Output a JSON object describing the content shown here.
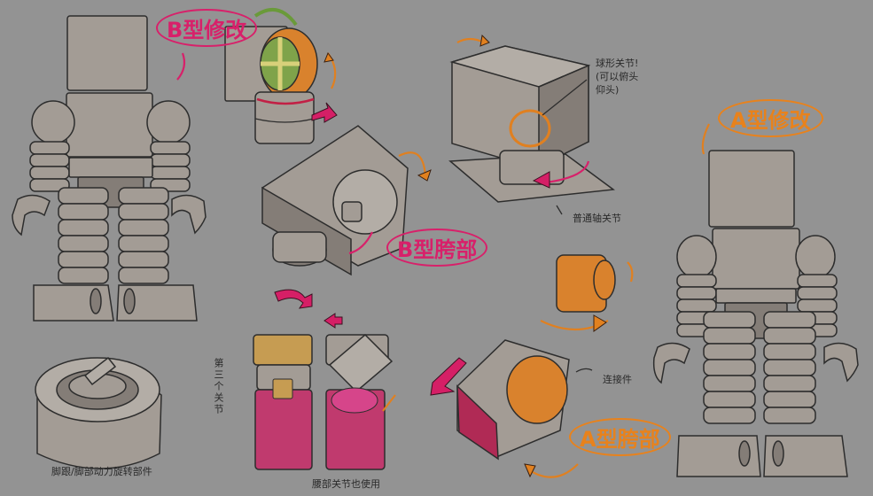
{
  "labels": {
    "b_type_mod": "B型修改",
    "a_type_mod": "A型修改",
    "b_hip": "B型胯部",
    "a_hip": "A型胯部",
    "ball_joint_note": "球形关节!\n(可以俯头\n仰头)",
    "normal_axis_joint": "普通轴关节",
    "third_joint": "第三个关节",
    "connector": "连接件",
    "waist_joint": "腰部关节也使用",
    "bottom_note": "脚跟/脚部动力旋转部件"
  },
  "colors": {
    "magenta": "#d8206a",
    "orange": "#e8821c",
    "paper": "#939393",
    "metal": "#a49d96",
    "line": "#2d2d2d"
  }
}
